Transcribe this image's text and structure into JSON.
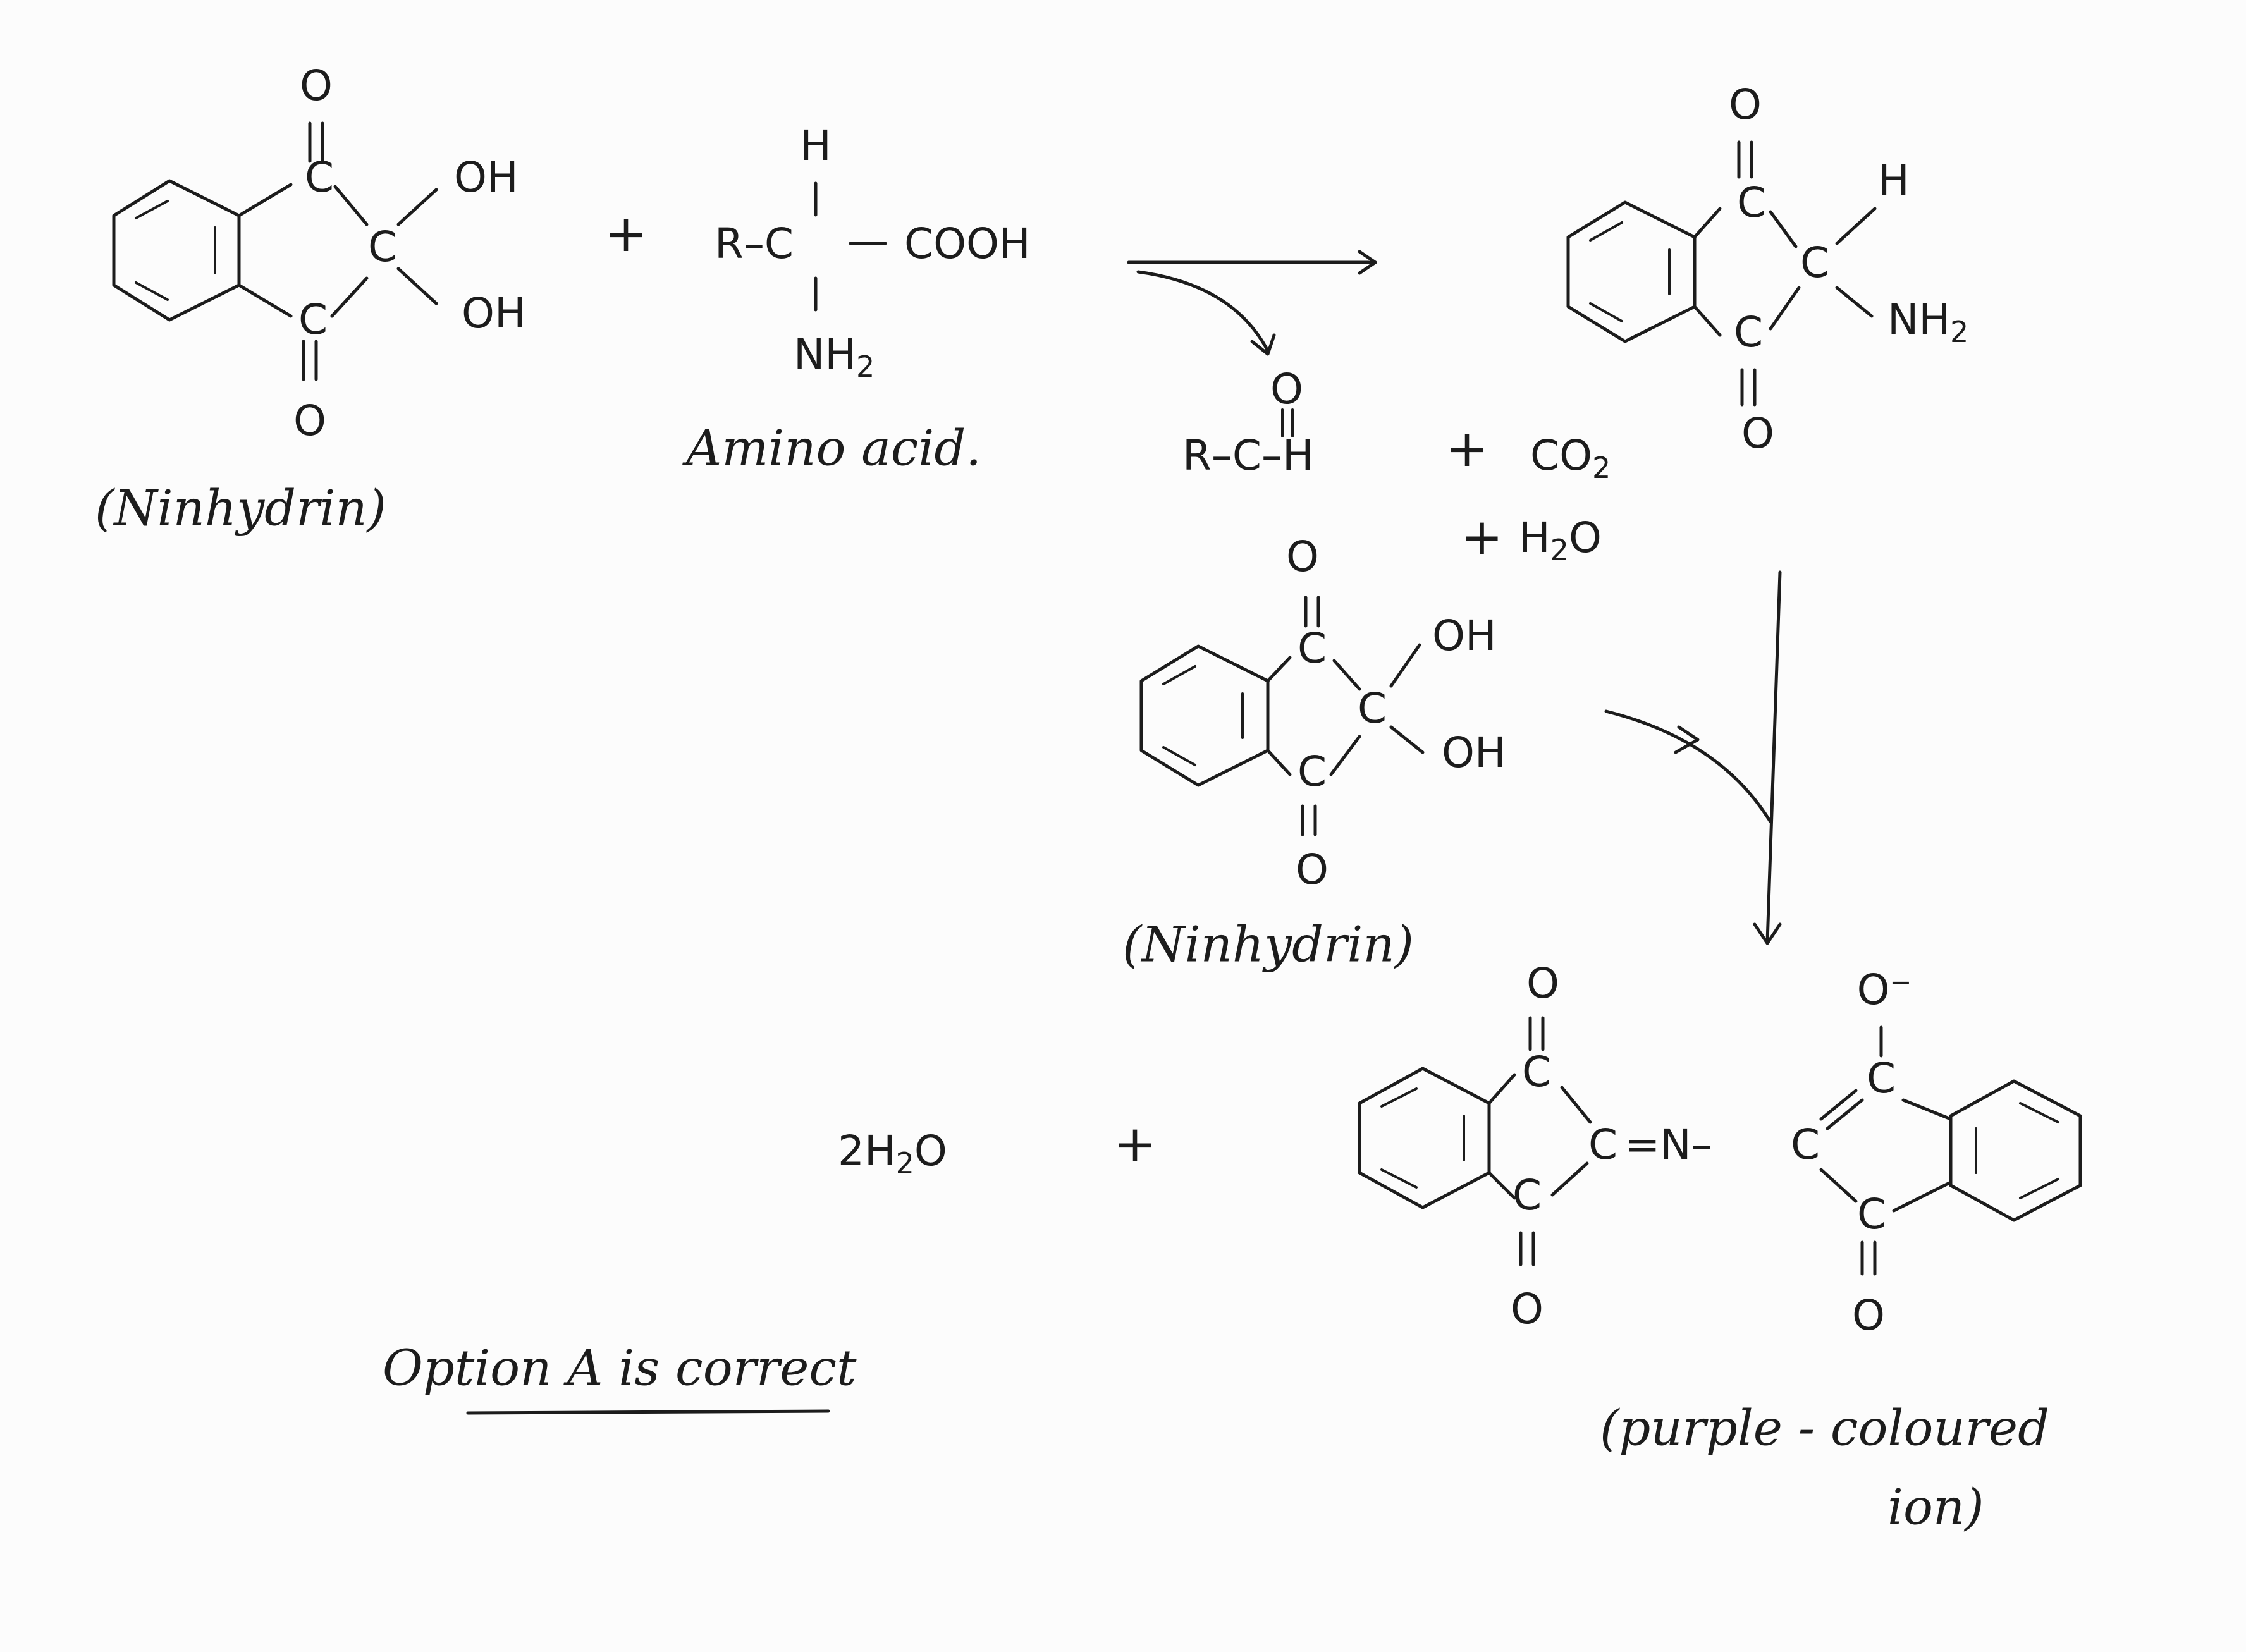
{
  "reactant_ninhydrin": {
    "atoms": {
      "o_top": "O",
      "c_top": "C",
      "c_center": "C",
      "c_bottom": "C",
      "o_bottom": "O"
    },
    "oh_top": "OH",
    "oh_bottom": "OH",
    "label": "(Ninhydrin)"
  },
  "plus_1": "+",
  "amino_acid": {
    "h": "H",
    "r_c": "R–C",
    "cooh": "COOH",
    "nh": "NH",
    "nh_sub": "2",
    "label": "Amino acid."
  },
  "intermediate": {
    "atoms": {
      "o_top": "O",
      "c_top": "C",
      "c_center": "C",
      "c_bottom": "C",
      "o_bottom": "O"
    },
    "h": "H",
    "nh": "NH",
    "nh_sub": "2"
  },
  "byproducts": {
    "aldehyde_o": "O",
    "aldehyde": "R–C–H",
    "plus_co2": "+",
    "co": "CO",
    "co_sub": "2",
    "plus_h2o": "+",
    "h": "H",
    "h_sub": "2",
    "o": "O"
  },
  "second_ninhydrin": {
    "atoms": {
      "o_top": "O",
      "c_top": "C",
      "c_center": "C",
      "c_bottom": "C",
      "o_bottom": "O"
    },
    "oh_top": "OH",
    "oh_bottom": "OH",
    "label": "(Ninhydrin)"
  },
  "products": {
    "water_coef": "2H",
    "water_sub": "2",
    "water_o": "O",
    "plus": "+",
    "complex": {
      "o_left_top": "O",
      "c_left_top": "C",
      "c_left_center": "C",
      "c_left_bottom": "C",
      "o_left_bottom": "O",
      "eq_n": "=N–",
      "c_right_center": "C",
      "c_right_top": "C",
      "o_right_top": "O⁻",
      "c_right_bottom": "C",
      "o_right_bottom": "O"
    },
    "complex_label_1": "(purple - coloured",
    "complex_label_2": "ion)"
  },
  "answer": "Option A is correct"
}
